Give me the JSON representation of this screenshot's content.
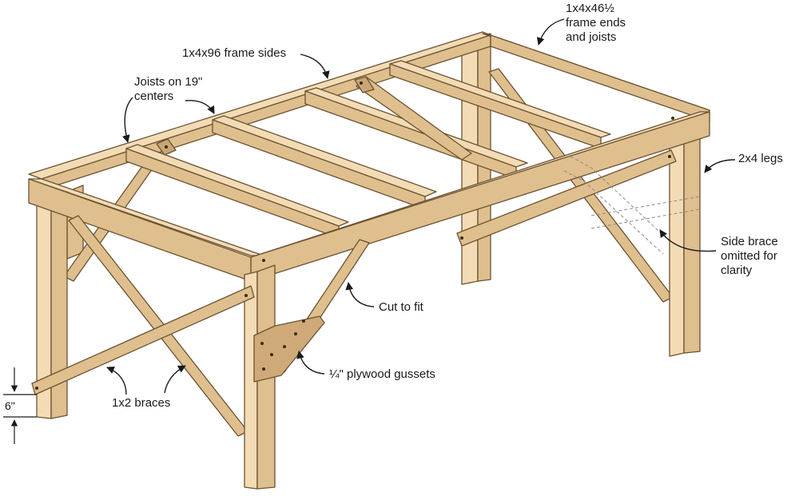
{
  "labels": {
    "frame_ends": [
      "1x4x46½",
      "frame ends",
      "and joists"
    ],
    "frame_sides": "1x4x96 frame sides",
    "joists": [
      "Joists on 19\"",
      "centers"
    ],
    "legs": "2x4 legs",
    "side_brace": [
      "Side brace",
      "omitted for",
      "clarity"
    ],
    "cut_to_fit": "Cut to fit",
    "gussets": "¼\" plywood gussets",
    "braces": "1x2 braces",
    "dimension": "6\""
  },
  "colors": {
    "wood_top": "#f3dcb5",
    "wood_side": "#dfbf8d",
    "wood_dark": "#caa676",
    "outline": "#6b5232",
    "gusset": "#cfaa78",
    "leader": "#1a1a1a",
    "hidden_line": "#8a8a8a"
  }
}
